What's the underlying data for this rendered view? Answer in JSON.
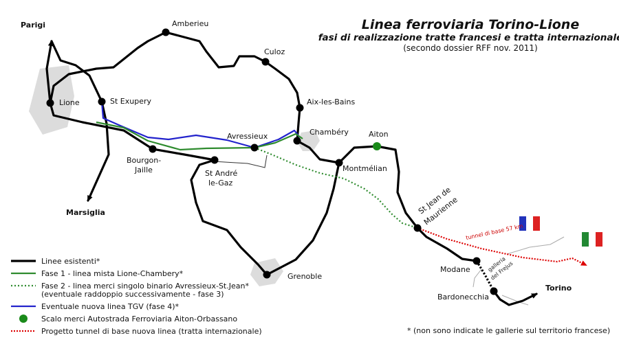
{
  "title": {
    "main": "Linea ferroviaria Torino-Lione",
    "subtitle": "fasi di realizzazione tratte francesi e tratta internazionale",
    "source": "(secondo dossier RFF nov. 2011)"
  },
  "places": {
    "parigi": "Parigi",
    "lione": "Lione",
    "st_exupery": "St Exupery",
    "amberieu": "Amberieu",
    "culoz": "Culoz",
    "aix": "Aix-les-Bains",
    "chambery": "Chambéry",
    "avressieux": "Avressieux",
    "bourgoin_1": "Bourgon-",
    "bourgoin_2": "Jaille",
    "st_andre_1": "St André",
    "st_andre_2": "le-Gaz",
    "marsiglia": "Marsiglia",
    "aiton": "Aiton",
    "montmelian": "Montmélian",
    "st_jean_1": "St Jean de",
    "st_jean_2": "Maurienne",
    "grenoble": "Grenoble",
    "modane": "Modane",
    "bardonecchia": "Bardonecchia",
    "torino": "Torino"
  },
  "labels": {
    "tunnel": "tunnel di base 57 km",
    "frejus_1": "galleria",
    "frejus_2": "del Frejus"
  },
  "legend": {
    "existing": "Linee esistenti*",
    "phase1": "Fase 1 - linea mista Lione-Chambery*",
    "phase2_1": "Fase 2 - linea merci singolo binario Avressieux-St.Jean*",
    "phase2_2": "(eventuale raddoppio successivamente - fase 3)",
    "phase4": "Eventuale nuova linea TGV (fase 4)*",
    "aiton_yard": "Scalo merci Autostrada Ferroviaria Aiton-Orbassano",
    "tunnel": "Progetto tunnel di base nuova linea (tratta internazionale)"
  },
  "footnote": "* (non sono indicate le gallerie sul territorio francese)",
  "colors": {
    "existing": "#000000",
    "phase1": "#2e8b2e",
    "phase2": "#2e8b2e",
    "phase4": "#2222cc",
    "aiton": "#1a8a1a",
    "tunnel": "#dd0000",
    "urban_area": "#dcdcdc"
  },
  "flags": [
    "france-flag",
    "italy-flag"
  ]
}
